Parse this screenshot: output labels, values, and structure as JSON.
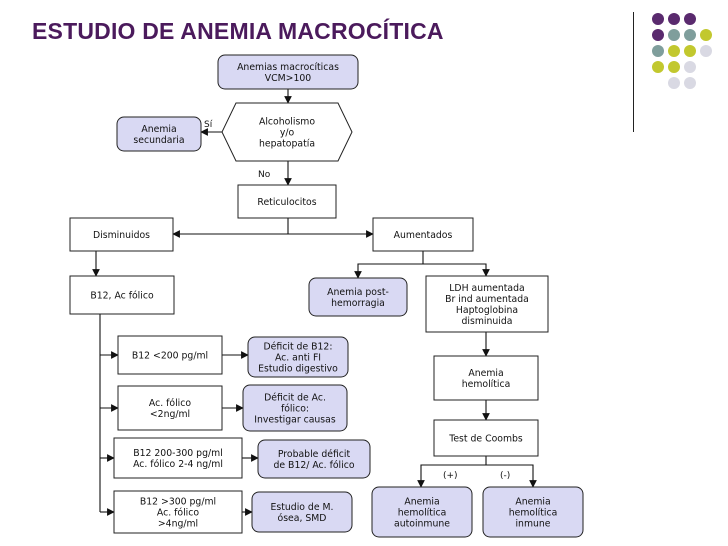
{
  "title": "ESTUDIO DE ANEMIA MACROCÍTICA",
  "colors": {
    "title": "#4b1a5c",
    "lavender": "#d9d9f3",
    "dot_purple": "#5a2a6e",
    "dot_teal": "#7f9e9c",
    "dot_lime": "#c2c82e",
    "dot_light": "#d9d9e3"
  },
  "nodes": {
    "start": [
      "Anemias macrocíticas",
      "VCM>100"
    ],
    "alcohol": [
      "Alcoholismo",
      "y/o",
      "hepatopatía"
    ],
    "secundaria": [
      "Anemia",
      "secundaria"
    ],
    "reticulocitos": [
      "Reticulocitos"
    ],
    "disminuidos": [
      "Disminuidos"
    ],
    "aumentados": [
      "Aumentados"
    ],
    "b12_folico": [
      "B12, Ac fólico"
    ],
    "posthemorragia": [
      "Anemia post-",
      "hemorragia"
    ],
    "ldh": [
      "LDH aumentada",
      "Br ind aumentada",
      "Haptoglobina",
      "disminuida"
    ],
    "b12_low": [
      "B12 <200 pg/ml"
    ],
    "deficit_b12": [
      "Déficit de B12:",
      "Ac. anti FI",
      "Estudio digestivo"
    ],
    "folico_low": [
      "Ac. fólico",
      "<2ng/ml"
    ],
    "deficit_folico": [
      "Déficit de Ac.",
      "fólico:",
      "Investigar causas"
    ],
    "borderline": [
      "B12 200-300 pg/ml",
      "Ac. fólico 2-4 ng/ml"
    ],
    "probable_deficit": [
      "Probable déficit",
      "de B12/ Ac. fólico"
    ],
    "normal": [
      "B12 >300 pg/ml",
      "Ac. fólico",
      ">4ng/ml"
    ],
    "medula": [
      "Estudio de M.",
      "ósea, SMD"
    ],
    "hemolitica": [
      "Anemia",
      "hemolítica"
    ],
    "coombs": [
      "Test de Coombs"
    ],
    "autoinmune": [
      "Anemia",
      "hemolítica",
      "autoinmune"
    ],
    "inmune": [
      "Anemia",
      "hemolítica",
      "inmune"
    ]
  },
  "edge_labels": {
    "si": "Sí",
    "no": "No",
    "plus": "(+)",
    "minus": "(-)"
  }
}
